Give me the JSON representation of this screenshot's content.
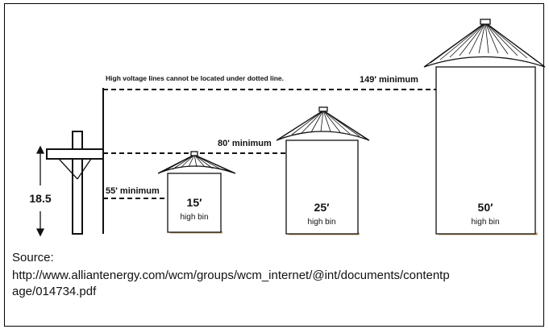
{
  "diagram": {
    "note": "High voltage lines cannot be located under dotted line.",
    "clearances": [
      "55' minimum",
      "80' minimum",
      "149' minimum"
    ],
    "pole_height_label": "18.5",
    "bins": [
      {
        "size": "15′",
        "label": "high bin"
      },
      {
        "size": "25′",
        "label": "high bin"
      },
      {
        "size": "50′",
        "label": "high bin"
      }
    ]
  },
  "caption": {
    "label": "Source:",
    "url_line1": "http://www.alliantenergy.com/wcm/groups/wcm_internet/@int/documents/contentp",
    "url_line2": "age/014734.pdf"
  },
  "colors": {
    "line": "#111111",
    "bin_shadow": "#c7a46a"
  }
}
